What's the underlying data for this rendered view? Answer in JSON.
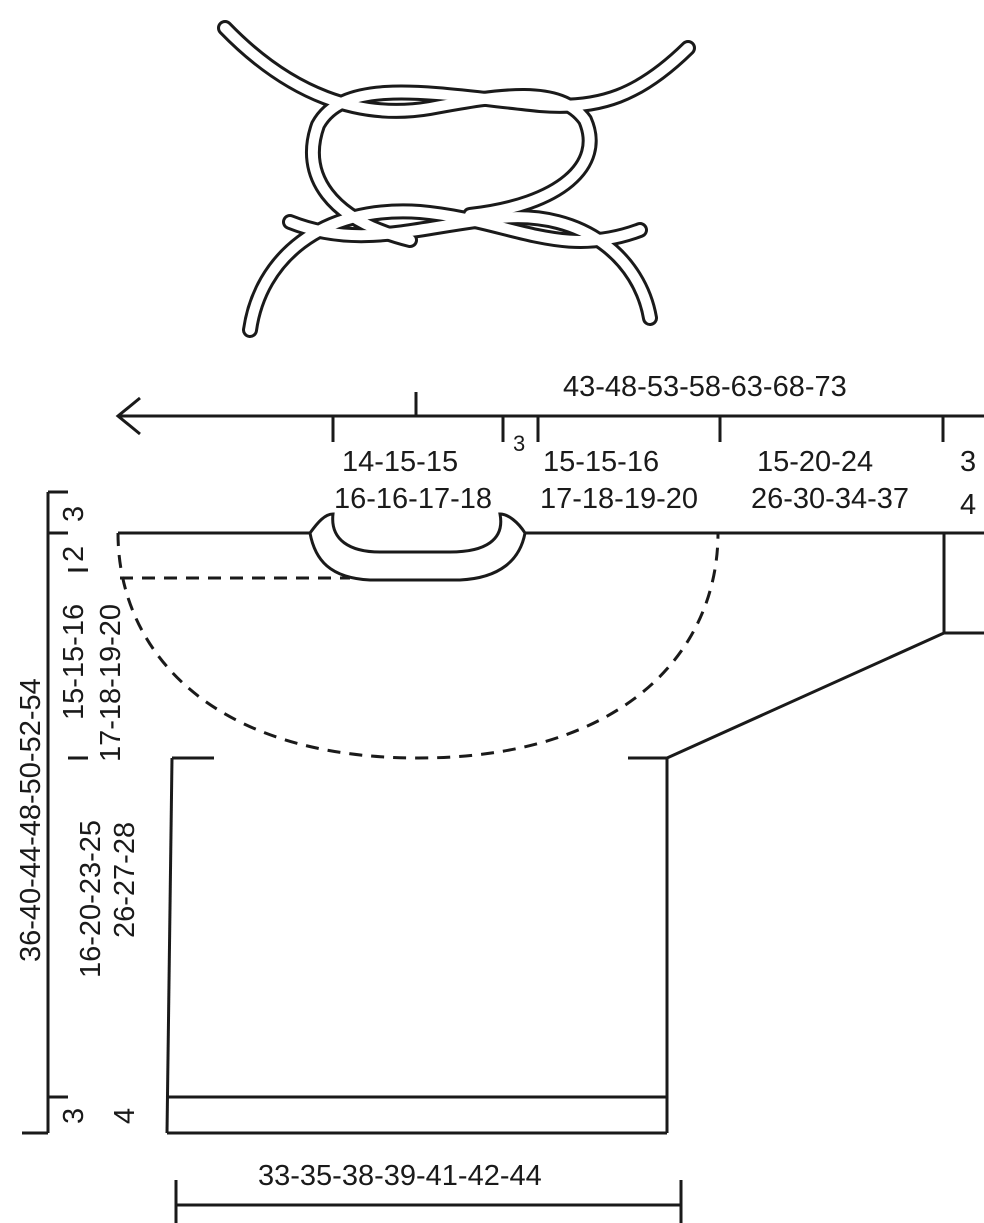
{
  "labels": {
    "total_width": "43-48-53-58-63-68-73",
    "neck_width_a": "14-15-15",
    "neck_width_b": "16-16-17-18",
    "small_gap": "3",
    "shoulder_a": "15-15-16",
    "shoulder_b": "17-18-19-20",
    "sleeve_a": "15-20-24",
    "sleeve_b": "26-30-34-37",
    "cuff_a": "3",
    "cuff_b": "4",
    "top_band": "3",
    "neck_depth": "2",
    "yoke_a": "15-15-16",
    "yoke_b": "17-18-19-20",
    "total_length": "36-40-44-48-50-52-54",
    "body_a": "16-20-23-25",
    "body_b": "26-27-28",
    "bottom_band_left": "3",
    "bottom_band_right": "4",
    "bottom_width": "33-35-38-39-41-42-44"
  }
}
